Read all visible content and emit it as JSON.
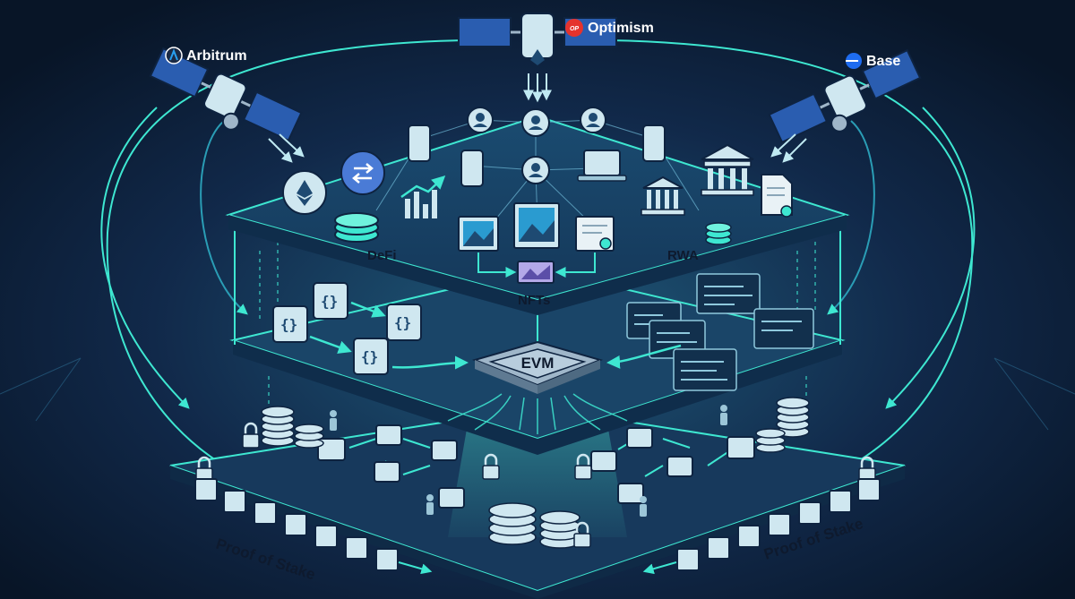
{
  "rollups": [
    {
      "name": "Arbitrum",
      "badge": "",
      "badge_color": "#1b2a44",
      "icon": "arbitrum-logo"
    },
    {
      "name": "Optimism",
      "badge": "OP",
      "badge_color": "#e5332d",
      "icon": "optimism-logo"
    },
    {
      "name": "Base",
      "badge": "",
      "badge_color": "#1e6cf0",
      "icon": "base-logo"
    }
  ],
  "app_layer": {
    "sections": [
      "DeFi",
      "NFTs",
      "RWA"
    ]
  },
  "execution_layer": {
    "engine": "EVM"
  },
  "consensus_layer": {
    "left_label": "Proof of Stake",
    "right_label": "Proof of Stake"
  },
  "colors": {
    "background": "#0b1b33",
    "accent": "#3ee7d1",
    "platform": "#1d4a73",
    "node": "#cfe7f0"
  }
}
